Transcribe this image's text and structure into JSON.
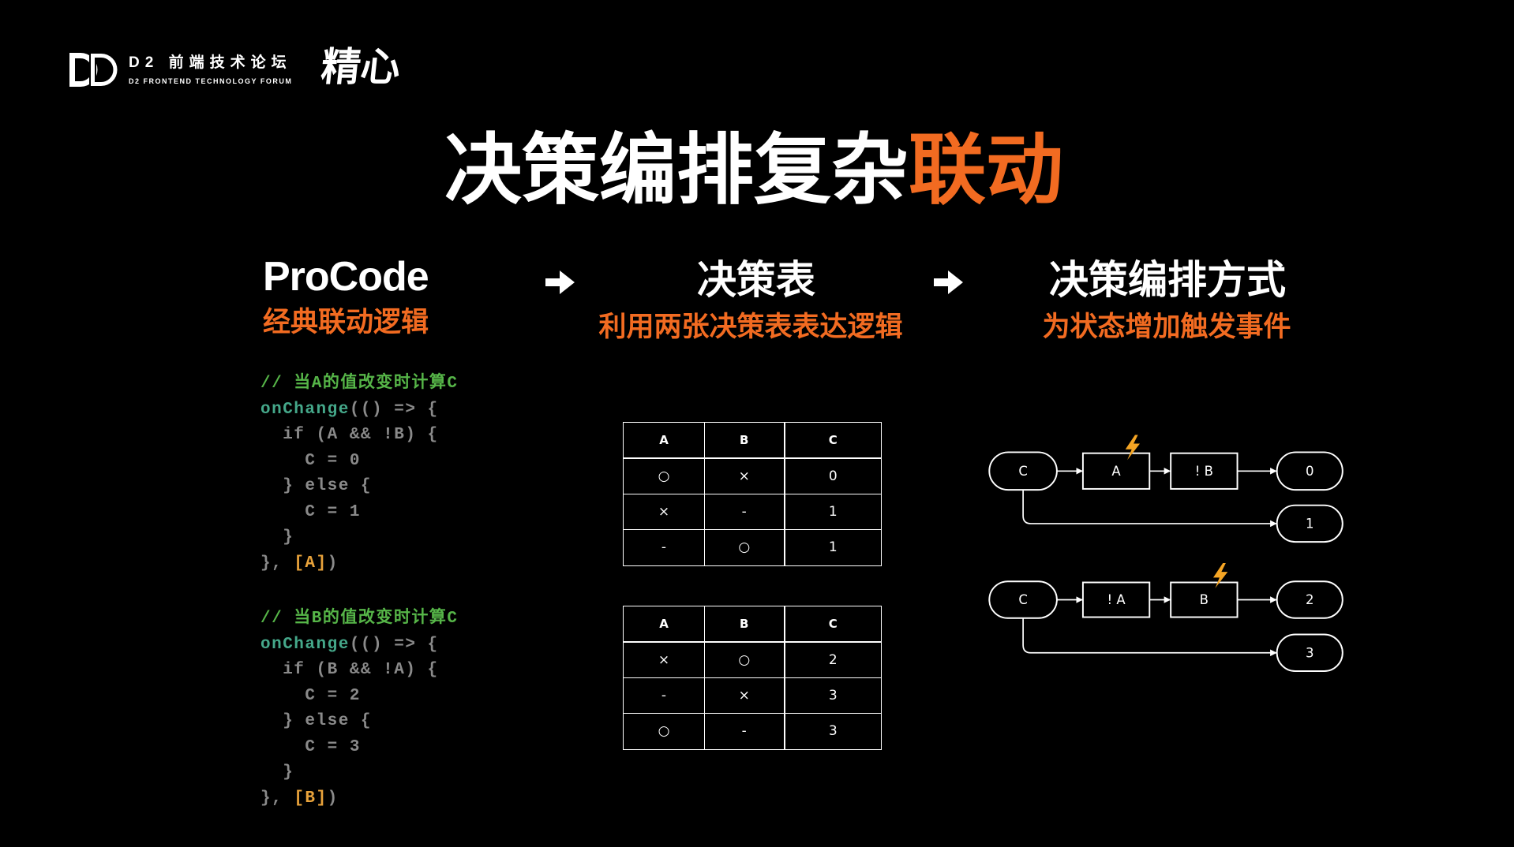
{
  "brand": {
    "logo_icon": "d2-logo-icon",
    "name": "D2 前端技术论坛",
    "tagline": "D2 FRONTEND TECHNOLOGY FORUM",
    "seal": "精心"
  },
  "title": {
    "lead": "决策编排复杂",
    "highlight": "联动"
  },
  "columns": [
    {
      "heading": "ProCode",
      "subheading": "经典联动逻辑"
    },
    {
      "heading": "决策表",
      "subheading": "利用两张决策表表达逻辑"
    },
    {
      "heading": "决策编排方式",
      "subheading": "为状态增加触发事件"
    }
  ],
  "step_arrow_icon": "right-arrow-icon",
  "code": [
    {
      "comment": "// 当A的值改变时计算C",
      "call": "onChange",
      "open": "(() => {",
      "body": [
        "  if (A && !B) {",
        "    C = 0",
        "  } else {",
        "    C = 1",
        "  }"
      ],
      "close": "}, ",
      "deps": "[A]",
      "end": ")"
    },
    {
      "comment": "// 当B的值改变时计算C",
      "call": "onChange",
      "open": "(() => {",
      "body": [
        "  if (B && !A) {",
        "    C = 2",
        "  } else {",
        "    C = 3",
        "  }"
      ],
      "close": "}, ",
      "deps": "[B]",
      "end": ")"
    }
  ],
  "decision_tables": [
    {
      "headers": [
        "A",
        "B",
        "C"
      ],
      "rows": [
        [
          "○",
          "×",
          "0"
        ],
        [
          "×",
          "-",
          "1"
        ],
        [
          "-",
          "○",
          "1"
        ]
      ]
    },
    {
      "headers": [
        "A",
        "B",
        "C"
      ],
      "rows": [
        [
          "×",
          "○",
          "2"
        ],
        [
          "-",
          "×",
          "3"
        ],
        [
          "○",
          "-",
          "3"
        ]
      ]
    }
  ],
  "flows": [
    {
      "source": "C",
      "conditions": [
        "A",
        "! B"
      ],
      "trigger_step": 0,
      "result_match": "0",
      "result_fallback": "1"
    },
    {
      "source": "C",
      "conditions": [
        "! A",
        "B"
      ],
      "trigger_step": 1,
      "result_match": "2",
      "result_fallback": "3"
    }
  ],
  "trigger_icon": "lightning-icon",
  "colors": {
    "background": "#000000",
    "accent": "#F26B21",
    "comment": "#56B548",
    "function": "#45A88A",
    "code": "#8A8A8A",
    "deps": "#E9A33B",
    "trigger": "#F5A524"
  }
}
